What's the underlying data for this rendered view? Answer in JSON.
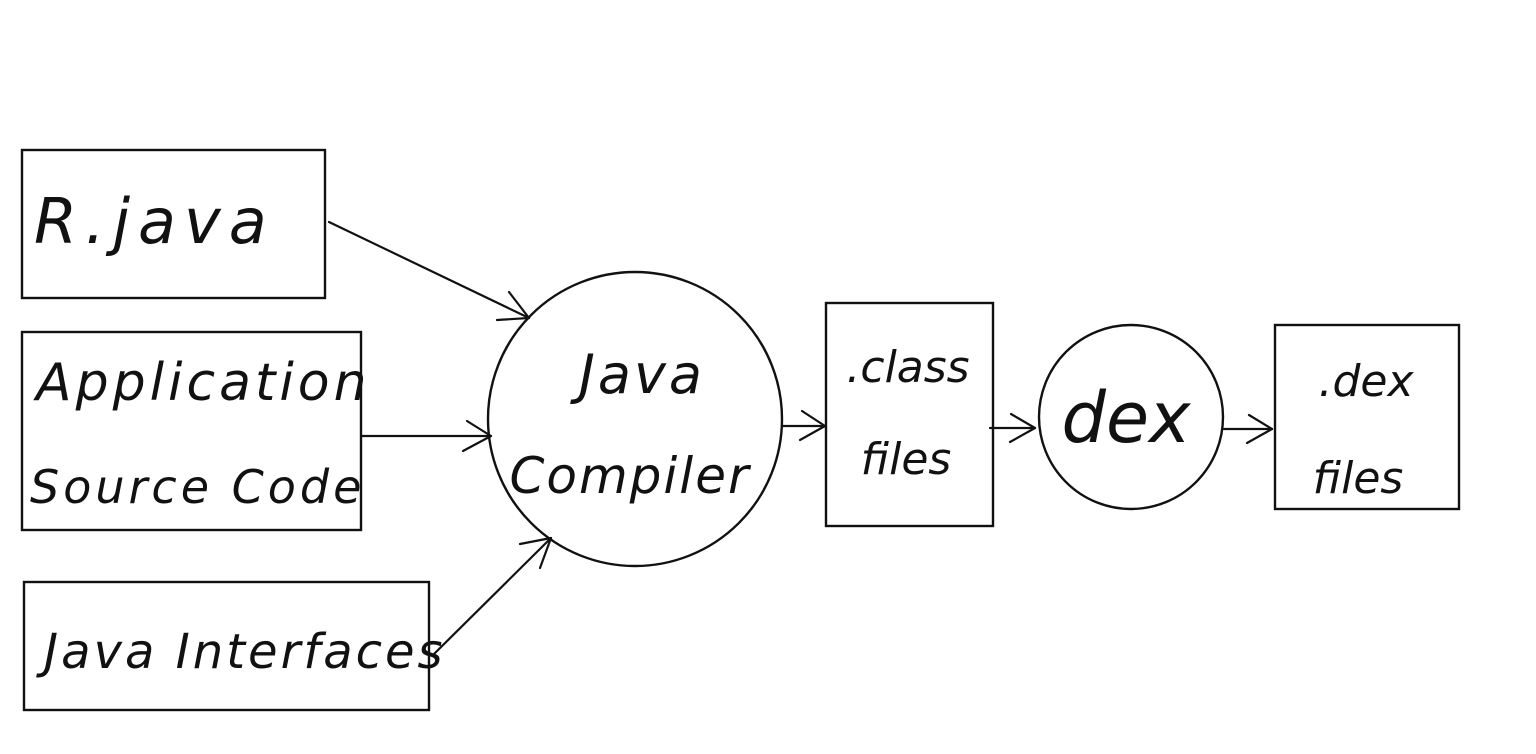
{
  "diagram": {
    "inputs": {
      "r_java": "R.java",
      "app_source_line1": "Application",
      "app_source_line2": "Source Code",
      "java_interfaces": "Java Interfaces"
    },
    "compiler": {
      "line1": "Java",
      "line2": "Compiler"
    },
    "class_files": {
      "line1": ".class",
      "line2": "files"
    },
    "dex": {
      "label": "dex"
    },
    "dex_files": {
      "line1": ".dex",
      "line2": "files"
    }
  }
}
